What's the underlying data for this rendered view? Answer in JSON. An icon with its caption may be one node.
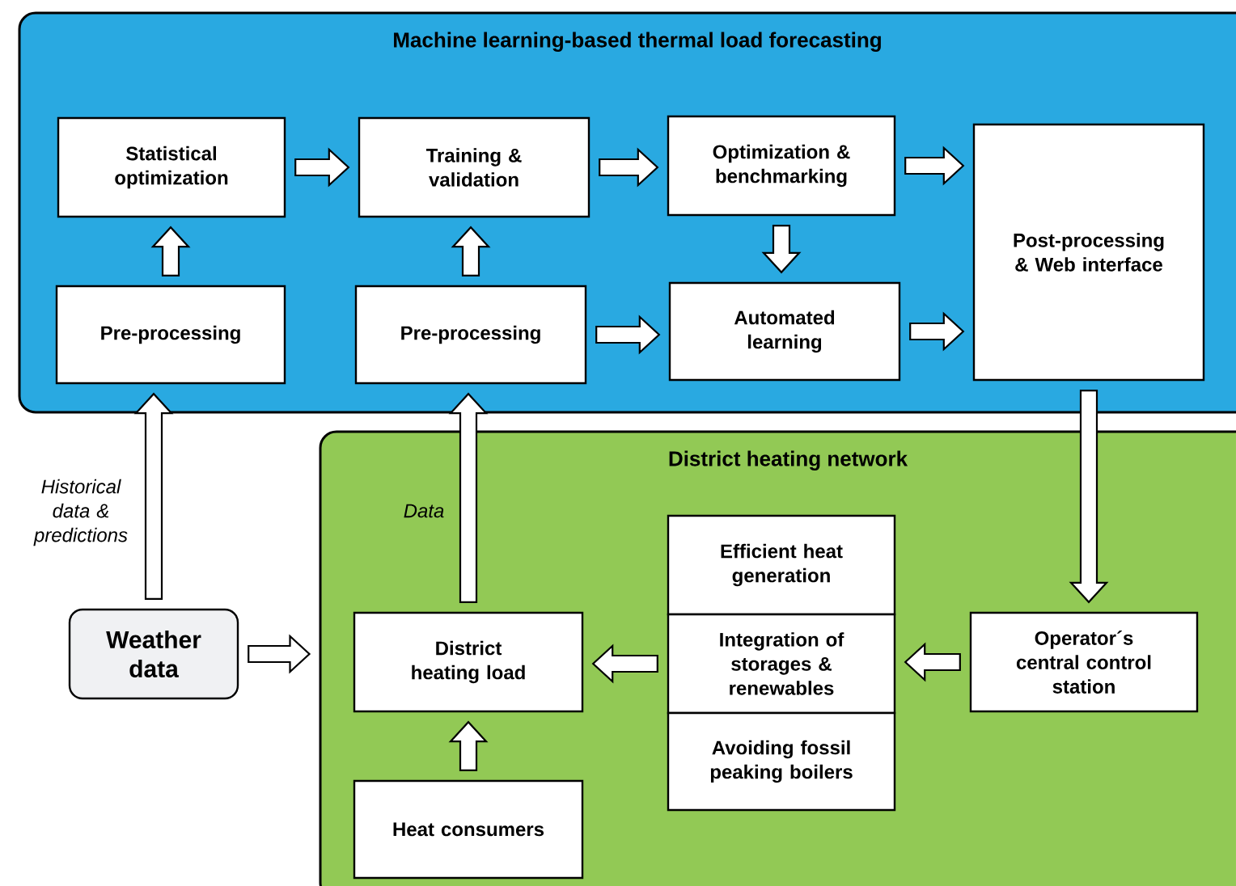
{
  "diagram": {
    "nodes": [
      {
        "text": [
          "Machine learning-based thermal load forecasting"
        ]
      },
      {
        "text": [
          "Statistical optimization"
        ],
        "in": 0
      },
      {
        "text": [
          "Training & validation"
        ],
        "in": 0
      },
      {
        "text": [
          "Optimization & benchmarking"
        ],
        "in": 0
      },
      {
        "text": [
          "Post-processing & Web interface"
        ],
        "in": 0
      },
      {
        "text": [
          "Pre-processing"
        ],
        "in": 0
      },
      {
        "text": [
          "Pre-processing"
        ],
        "in": 0
      },
      {
        "text": [
          "Automated learning"
        ],
        "in": 0
      },
      {
        "text": [
          "District heating network"
        ]
      },
      {
        "text": [
          "Efficient heat generation"
        ],
        "in": 8
      },
      {
        "text": [
          "Integration of storages & renewables"
        ],
        "in": 8
      },
      {
        "text": [
          "Avoiding fossil peaking boilers"
        ],
        "in": 8
      },
      {
        "text": [
          "Operator´s central control station"
        ],
        "in": 8
      },
      {
        "text": [
          "District heating load"
        ],
        "in": 8
      },
      {
        "text": [
          "Heat consumers"
        ],
        "in": 8
      },
      {
        "text": [
          "Weather data"
        ]
      }
    ],
    "edges": [
      {
        "from": 5,
        "to": 1,
        "arrow": "to"
      },
      {
        "from": 6,
        "to": 2,
        "arrow": "to"
      },
      {
        "from": 1,
        "to": 2,
        "arrow": "to"
      },
      {
        "from": 2,
        "to": 3,
        "arrow": "to"
      },
      {
        "from": 3,
        "to": 4,
        "arrow": "to"
      },
      {
        "from": 3,
        "to": 7,
        "arrow": "to"
      },
      {
        "from": 6,
        "to": 7,
        "arrow": "to"
      },
      {
        "from": 7,
        "to": 4,
        "arrow": "to"
      },
      {
        "from": 4,
        "to": 12,
        "arrow": "to"
      },
      {
        "from": 15,
        "to": 5,
        "arrow": "to",
        "label": "Historical data & predictions"
      },
      {
        "from": 13,
        "to": 6,
        "arrow": "to",
        "label": "Data"
      },
      {
        "from": 15,
        "to": 8,
        "arrow": "to"
      },
      {
        "from": 12,
        "to": 10,
        "arrow": "to"
      },
      {
        "from": 10,
        "to": 13,
        "arrow": "to"
      },
      {
        "from": 14,
        "to": 13,
        "arrow": "to"
      }
    ]
  }
}
